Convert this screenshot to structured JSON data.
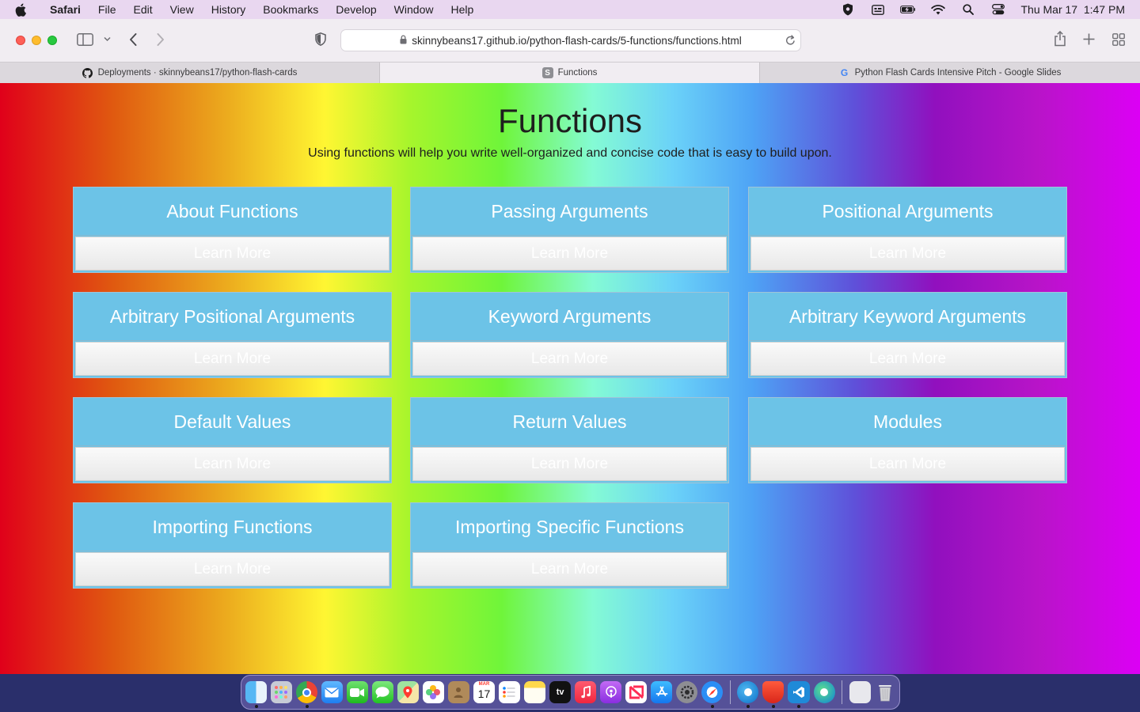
{
  "menubar": {
    "app": "Safari",
    "items": [
      "File",
      "Edit",
      "View",
      "History",
      "Bookmarks",
      "Develop",
      "Window",
      "Help"
    ],
    "clock": "Thu Mar 17  1:47 PM"
  },
  "browser": {
    "url": "skinnybeans17.github.io/python-flash-cards/5-functions/functions.html",
    "tabs": [
      {
        "label": "Deployments · skinnybeans17/python-flash-cards",
        "icon": "github-icon"
      },
      {
        "label": "Functions",
        "icon": "s-favicon",
        "fav_letter": "S"
      },
      {
        "label": "Python Flash Cards Intensive Pitch - Google Slides",
        "icon": "google-icon",
        "fav_letter": "G"
      }
    ]
  },
  "page": {
    "title": "Functions",
    "subtitle": "Using functions will help you write well-organized and concise code that is easy to build upon.",
    "cards": [
      {
        "title": "About Functions",
        "button": "Learn More"
      },
      {
        "title": "Passing Arguments",
        "button": "Learn More"
      },
      {
        "title": "Positional Arguments",
        "button": "Learn More"
      },
      {
        "title": "Arbitrary Positional Arguments",
        "button": "Learn More"
      },
      {
        "title": "Keyword Arguments",
        "button": "Learn More"
      },
      {
        "title": "Arbitrary Keyword Arguments",
        "button": "Learn More"
      },
      {
        "title": "Default Values",
        "button": "Learn More"
      },
      {
        "title": "Return Values",
        "button": "Learn More"
      },
      {
        "title": "Modules",
        "button": "Learn More"
      },
      {
        "title": "Importing Functions",
        "button": "Learn More"
      },
      {
        "title": "Importing Specific Functions",
        "button": "Learn More"
      }
    ]
  },
  "dock": {
    "calendar_month": "MAR",
    "calendar_day": "17",
    "tv_label": "tv"
  }
}
